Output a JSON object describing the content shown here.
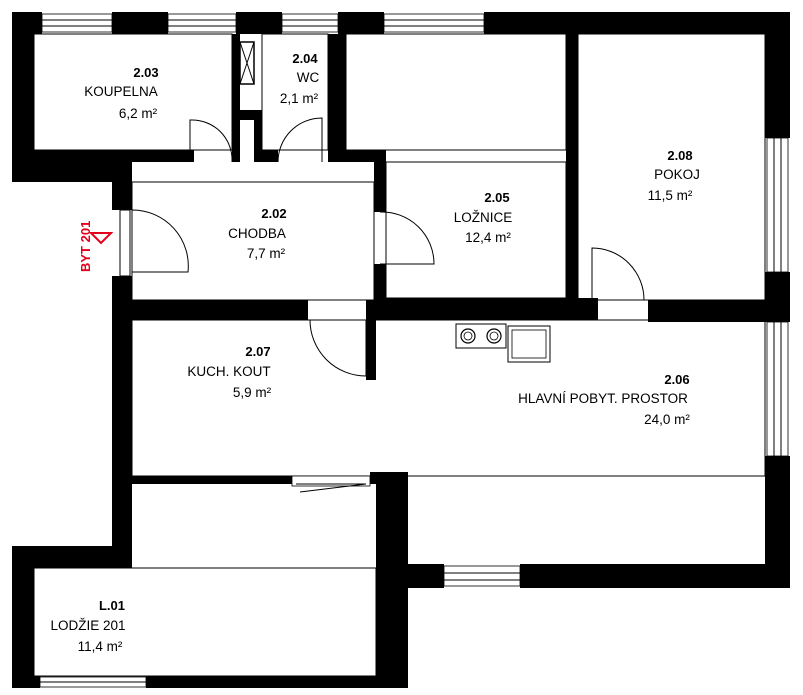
{
  "rooms": {
    "r203": {
      "number": "2.03",
      "name": "KOUPELNA",
      "area": "6,2 m²"
    },
    "r204": {
      "number": "2.04",
      "name": "WC",
      "area": "2,1 m²"
    },
    "r205": {
      "number": "2.05",
      "name": "LOŽNICE",
      "area": "12,4 m²"
    },
    "r208": {
      "number": "2.08",
      "name": "POKOJ",
      "area": "11,5 m²"
    },
    "r202": {
      "number": "2.02",
      "name": "CHODBA",
      "area": "7,7 m²"
    },
    "r207": {
      "number": "2.07",
      "name": "KUCH. KOUT",
      "area": "5,9 m²"
    },
    "r206": {
      "number": "2.06",
      "name": "HLAVNÍ POBYT. PROSTOR",
      "area": "24,0 m²"
    },
    "l01": {
      "number": "L.01",
      "name": "LODŽIE 201",
      "area": "11,4 m²"
    }
  },
  "entrance": {
    "label": "BYT 201",
    "color": "#e2001a"
  },
  "colors": {
    "wall": "#000000",
    "background": "#ffffff"
  }
}
